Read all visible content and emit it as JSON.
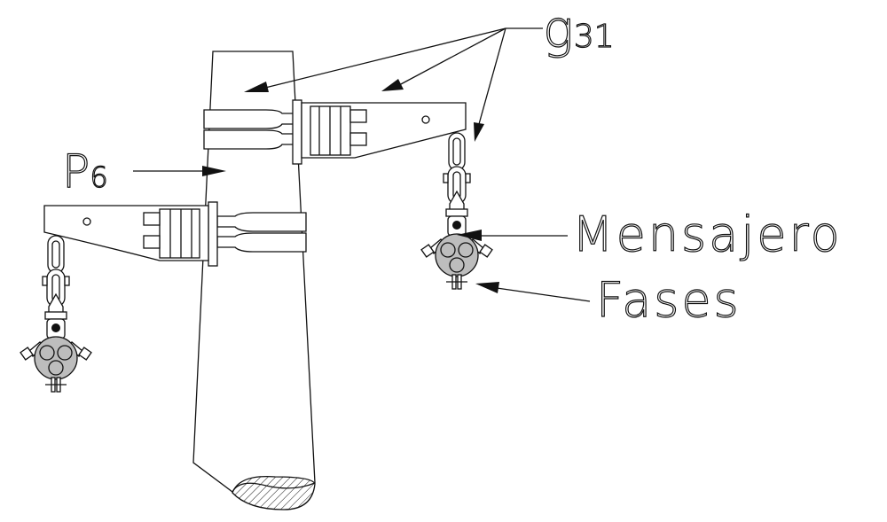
{
  "labels": {
    "g_main": "g",
    "g_sub": "31",
    "p_main": "P",
    "p_sub": "6",
    "messenger": "Mensajero",
    "phases": "Fases"
  },
  "colors": {
    "line": "#111111",
    "cable_fill": "#bdbdbd",
    "background": "#ffffff"
  }
}
